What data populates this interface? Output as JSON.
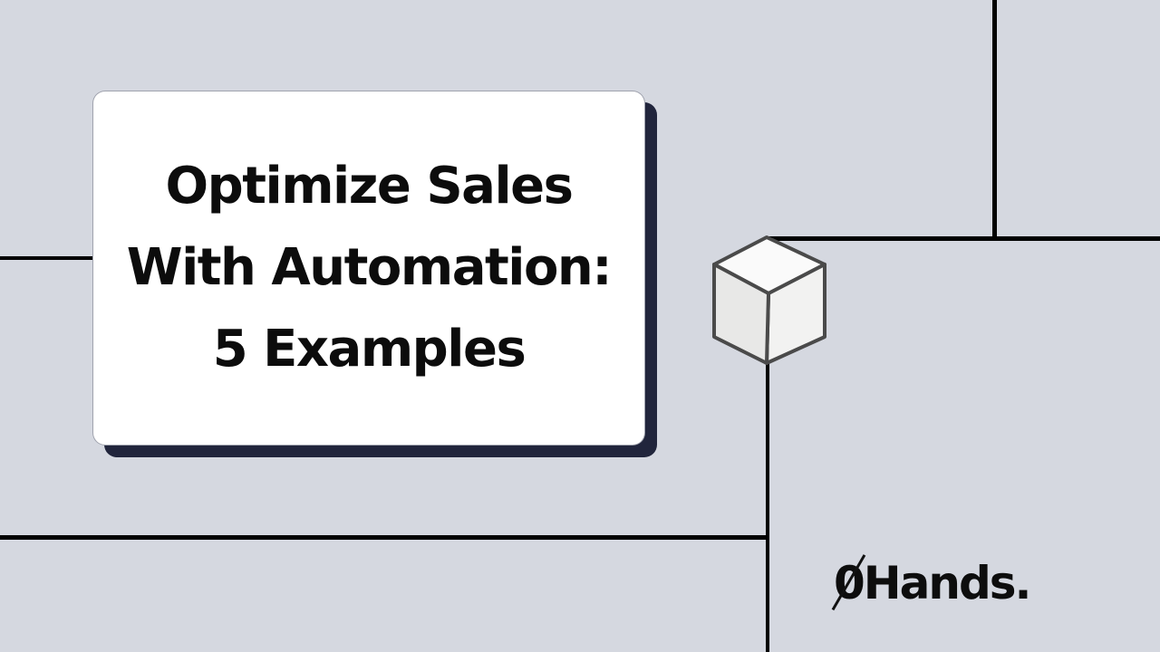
{
  "title": {
    "lines": [
      "Optimize Sales",
      "With Automation:",
      "5 Examples"
    ]
  },
  "logo": {
    "zero": "0",
    "name": "Hands",
    "period": "."
  },
  "colors": {
    "background": "#d5d8e0",
    "line": "#000000",
    "card_bg": "#ffffff",
    "card_shadow": "#21253c",
    "title_text": "#0c0c0c",
    "cube_stroke": "#4a4a4a",
    "cube_top_face": "#fafafa",
    "cube_right_face": "#f2f2f1",
    "cube_left_face": "#e8e8e7"
  }
}
